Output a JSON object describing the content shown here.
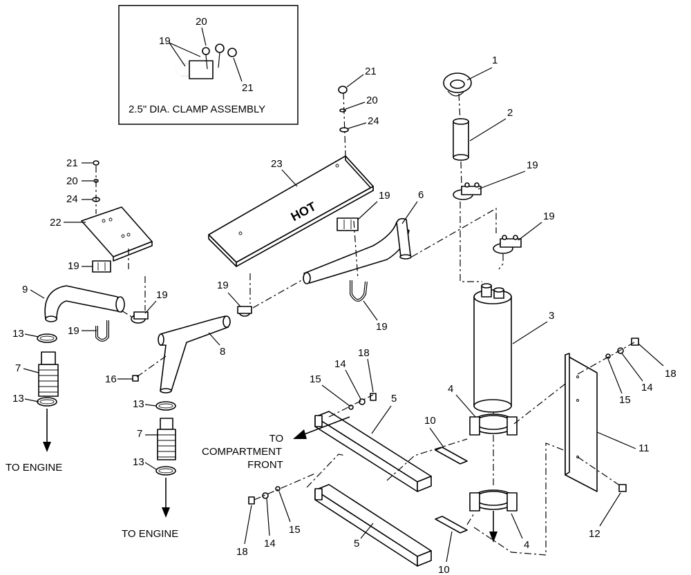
{
  "inset": {
    "title": "2.5\" DIA. CLAMP ASSEMBLY"
  },
  "labels": {
    "to_engine": "TO ENGINE",
    "to_compartment_front": "TO\nCOMPARTMENT\nFRONT"
  },
  "callouts": {
    "c1": "1",
    "c2": "2",
    "c3": "3",
    "c4a": "4",
    "c4b": "4",
    "c5a": "5",
    "c5b": "5",
    "c6": "6",
    "c7a": "7",
    "c7b": "7",
    "c8": "8",
    "c9": "9",
    "c10a": "10",
    "c10b": "10",
    "c11": "11",
    "c12": "12",
    "c13a": "13",
    "c13b": "13",
    "c13c": "13",
    "c13d": "13",
    "c14a": "14",
    "c14b": "14",
    "c14c": "14",
    "c15a": "15",
    "c15b": "15",
    "c15c": "15",
    "c16": "16",
    "c18a": "18",
    "c18b": "18",
    "c18c": "18",
    "c19_inset": "19",
    "c19a": "19",
    "c19b": "19",
    "c19c": "19",
    "c19d": "19",
    "c19e": "19",
    "c19f": "19",
    "c19g": "19",
    "c19h": "19",
    "c19i": "19",
    "c20_inset": "20",
    "c20a": "20",
    "c20b": "20",
    "c21_inset": "21",
    "c21a": "21",
    "c21b": "21",
    "c22": "22",
    "c23": "23",
    "c24a": "24",
    "c24b": "24"
  },
  "heat_shield_text": "HOT"
}
